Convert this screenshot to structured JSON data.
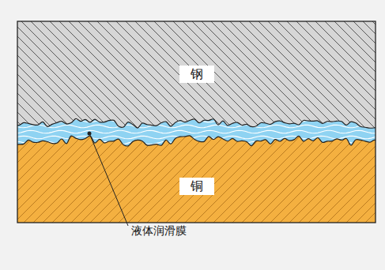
{
  "diagram": {
    "nodes": [
      {
        "text": [
          "钢"
        ]
      },
      {
        "text": [
          "铜"
        ]
      }
    ],
    "labels": [
      "液体润滑膜"
    ]
  }
}
